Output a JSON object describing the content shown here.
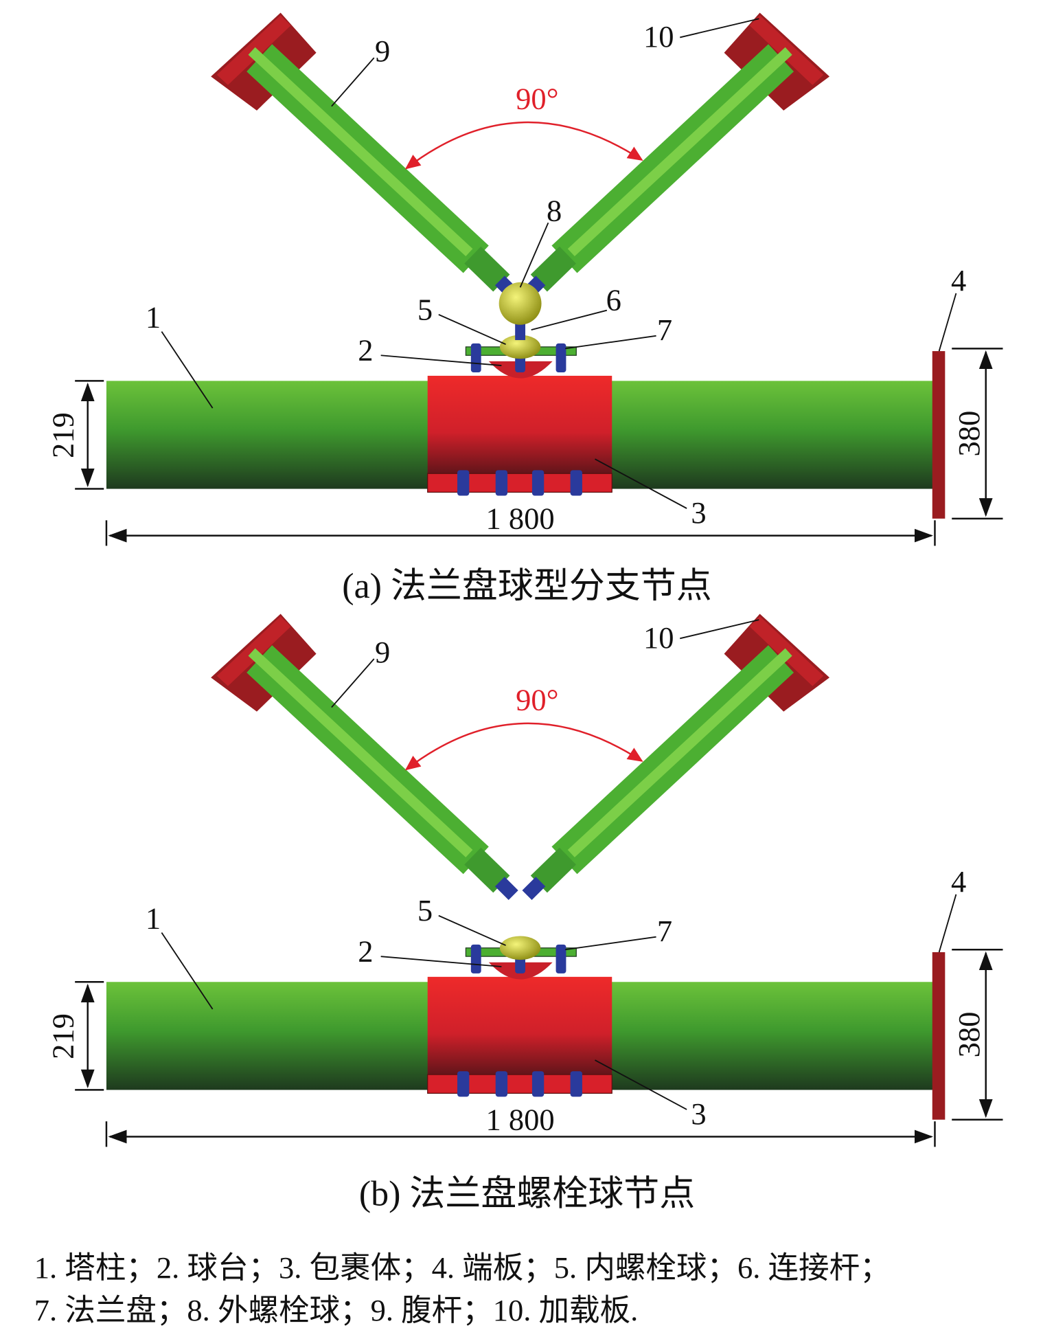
{
  "panels": [
    {
      "caption": "(a) 法兰盘球型分支节点",
      "angle_label": "90°",
      "dim_diameter": "219",
      "dim_plate": "380",
      "dim_length": "1 800",
      "labels": [
        "1",
        "2",
        "3",
        "4",
        "5",
        "6",
        "7",
        "8",
        "9",
        "10"
      ],
      "has_outer_ball": true
    },
    {
      "caption": "(b) 法兰盘螺栓球节点",
      "angle_label": "90°",
      "dim_diameter": "219",
      "dim_plate": "380",
      "dim_length": "1 800",
      "labels": [
        "1",
        "2",
        "3",
        "4",
        "5",
        "7",
        "9",
        "10"
      ],
      "has_outer_ball": false
    }
  ],
  "legend": {
    "line1": "1. 塔柱；2. 球台；3. 包裹体；4. 端板；5. 内螺栓球；6. 连接杆；",
    "line2": "7. 法兰盘；8. 外螺栓球；9. 腹杆；10. 加载板."
  },
  "colors": {
    "green": "#4caf32",
    "dark_green": "#1f3d1f",
    "red": "#e0202a",
    "dark_red": "#9a1c20",
    "yellow": "#d8d830",
    "blue": "#2a3a9c",
    "annot_red": "#e0202a"
  }
}
